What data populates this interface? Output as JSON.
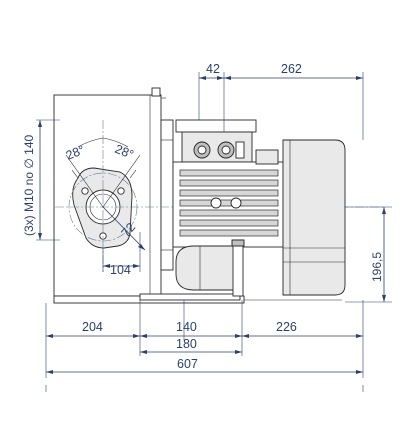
{
  "dimensions": {
    "d42": "42",
    "d262": "262",
    "angle_left": "28°",
    "angle_right": "28°",
    "d72": "72",
    "d104": "104",
    "d196_5": "196,5",
    "d204": "204",
    "d140": "140",
    "d226": "226",
    "d180": "180",
    "d607": "607",
    "bolt_note": "(3x) M10 no ∅ 140"
  }
}
